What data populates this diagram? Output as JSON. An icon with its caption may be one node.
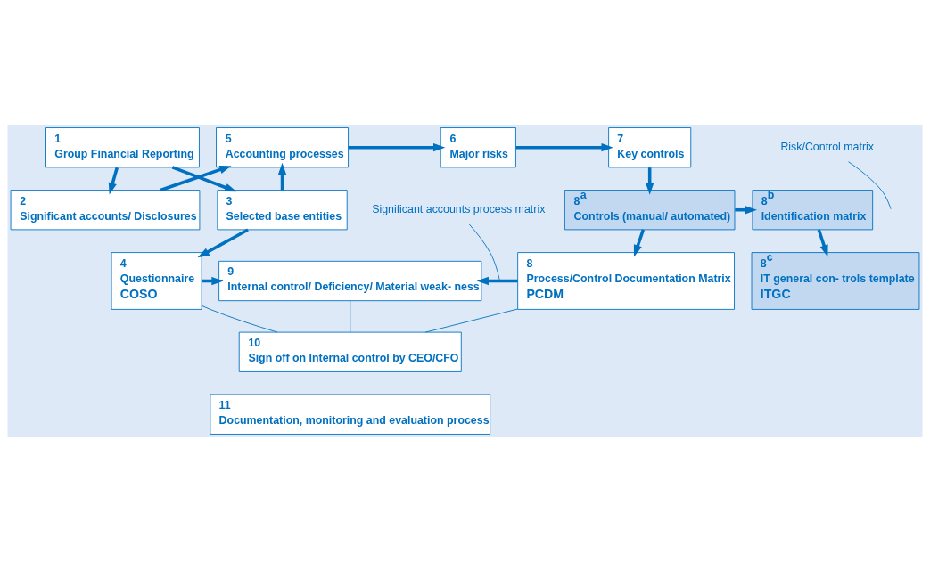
{
  "diagram": {
    "nodes": [
      {
        "text": [
          "1",
          "Group Financial Reporting"
        ]
      },
      {
        "text": [
          "2",
          "Significant accounts/ Disclosures"
        ]
      },
      {
        "text": [
          "3",
          "Selected base entities"
        ]
      },
      {
        "text": [
          "4",
          "Questionnaire",
          "COSO"
        ]
      },
      {
        "text": [
          "5",
          "Accounting processes"
        ]
      },
      {
        "text": [
          "6",
          "Major risks"
        ]
      },
      {
        "text": [
          "7",
          "Key controls"
        ]
      },
      {
        "text": [
          "8$^{a}$",
          "Controls (manual/ automated)"
        ]
      },
      {
        "text": [
          "8$^{b}$",
          "Identification matrix"
        ]
      },
      {
        "text": [
          "9",
          "Internal control/ Deficiency/ Material weak- ness"
        ]
      },
      {
        "text": [
          "8",
          "Process/Control Documentation Matrix",
          "PCDM"
        ]
      },
      {
        "text": [
          "8$^{c}$",
          "IT general con- trols template",
          "ITGC"
        ]
      },
      {
        "text": [
          "10",
          "Sign off on Internal control by CEO/CFO"
        ]
      },
      {
        "text": [
          "11",
          "Documentation, monitoring and evaluation process"
        ]
      },
      {
        "text": [
          "Significant accounts process matrix"
        ]
      },
      {
        "text": [
          "Risk/Control matrix"
        ]
      }
    ],
    "edges": [
      {
        "from": 0,
        "to": 1,
        "arrow": "to"
      },
      {
        "from": 0,
        "to": 2,
        "arrow": "to"
      },
      {
        "from": 1,
        "to": 4,
        "arrow": "to"
      },
      {
        "from": 2,
        "to": 4,
        "arrow": "to"
      },
      {
        "from": 2,
        "to": 3,
        "arrow": "to"
      },
      {
        "from": 4,
        "to": 5,
        "arrow": "to"
      },
      {
        "from": 5,
        "to": 6,
        "arrow": "to"
      },
      {
        "from": 6,
        "to": 7,
        "arrow": "to"
      },
      {
        "from": 7,
        "to": 8,
        "arrow": "to"
      },
      {
        "from": 7,
        "to": 10,
        "arrow": "to"
      },
      {
        "from": 8,
        "to": 11,
        "arrow": "to"
      },
      {
        "from": 3,
        "to": 9,
        "arrow": "to"
      },
      {
        "from": 10,
        "to": 9,
        "arrow": "to"
      },
      {
        "from": 3,
        "to": 12,
        "arrow": "none"
      },
      {
        "from": 10,
        "to": 12,
        "arrow": "none"
      },
      {
        "from": 9,
        "to": 12,
        "arrow": "none"
      },
      {
        "from": 14,
        "to": null,
        "arrow": "none"
      },
      {
        "from": 15,
        "to": null,
        "arrow": "none"
      }
    ]
  }
}
